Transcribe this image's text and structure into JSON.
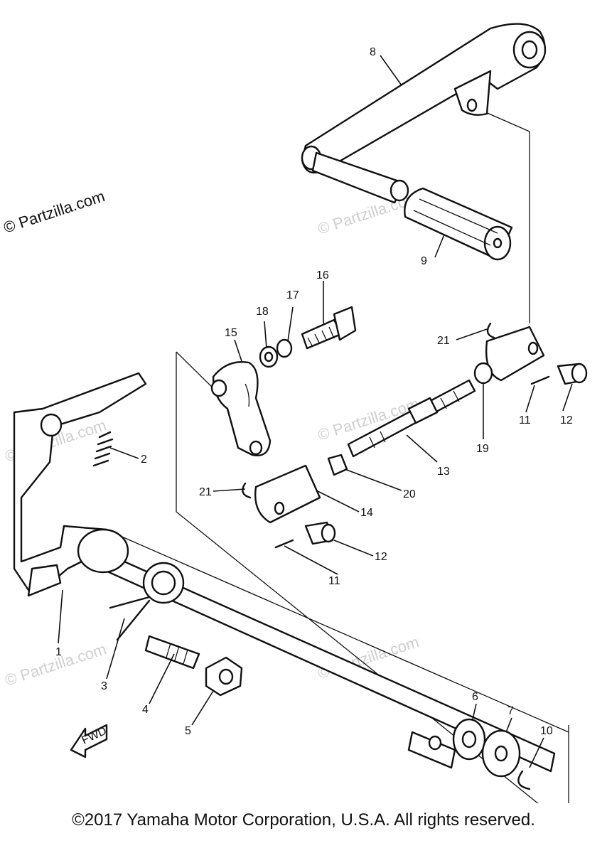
{
  "watermark": {
    "primary": "© Partzilla.com",
    "faint": "© Partzilla.com"
  },
  "copyright": "©2017 Yamaha Motor Corporation, U.S.A. All rights reserved.",
  "fwd_label": "FWD",
  "callouts": [
    "1",
    "2",
    "3",
    "4",
    "5",
    "6",
    "7",
    "8",
    "9",
    "10",
    "11",
    "11",
    "12",
    "12",
    "13",
    "14",
    "15",
    "16",
    "17",
    "18",
    "19",
    "20",
    "21",
    "21"
  ]
}
